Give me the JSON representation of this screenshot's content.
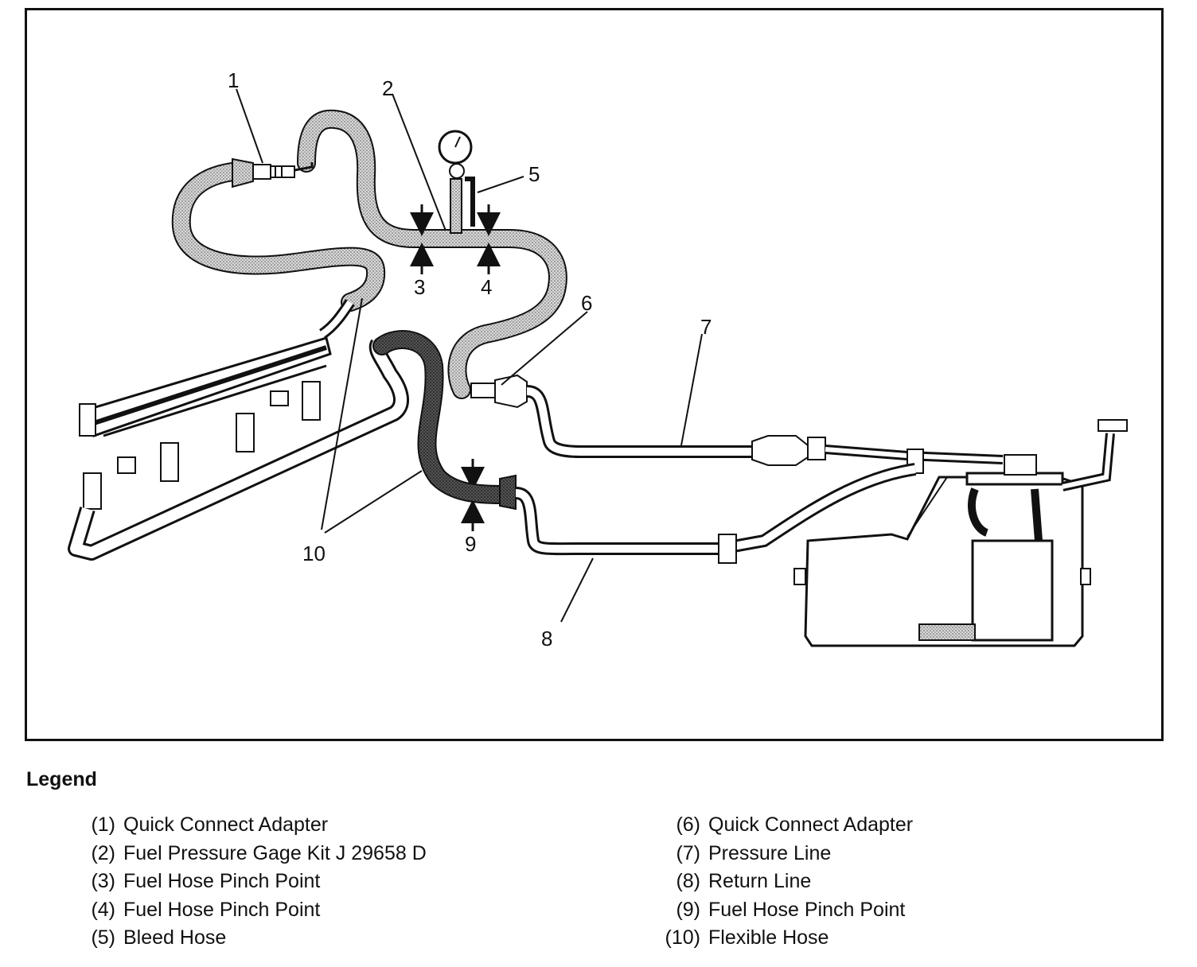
{
  "diagram": {
    "callouts": [
      "1",
      "2",
      "3",
      "4",
      "5",
      "6",
      "7",
      "8",
      "9",
      "10"
    ]
  },
  "legend": {
    "title": "Legend",
    "left": [
      {
        "num": "(1)",
        "text": "Quick Connect Adapter"
      },
      {
        "num": "(2)",
        "text": "Fuel Pressure Gage Kit J 29658 D"
      },
      {
        "num": "(3)",
        "text": "Fuel Hose Pinch Point"
      },
      {
        "num": "(4)",
        "text": "Fuel Hose Pinch Point"
      },
      {
        "num": "(5)",
        "text": "Bleed Hose"
      }
    ],
    "right": [
      {
        "num": "(6)",
        "text": "Quick Connect Adapter"
      },
      {
        "num": "(7)",
        "text": "Pressure Line"
      },
      {
        "num": "(8)",
        "text": "Return Line"
      },
      {
        "num": "(9)",
        "text": "Fuel Hose Pinch Point"
      },
      {
        "num": "(10)",
        "text": "Flexible Hose"
      }
    ]
  }
}
